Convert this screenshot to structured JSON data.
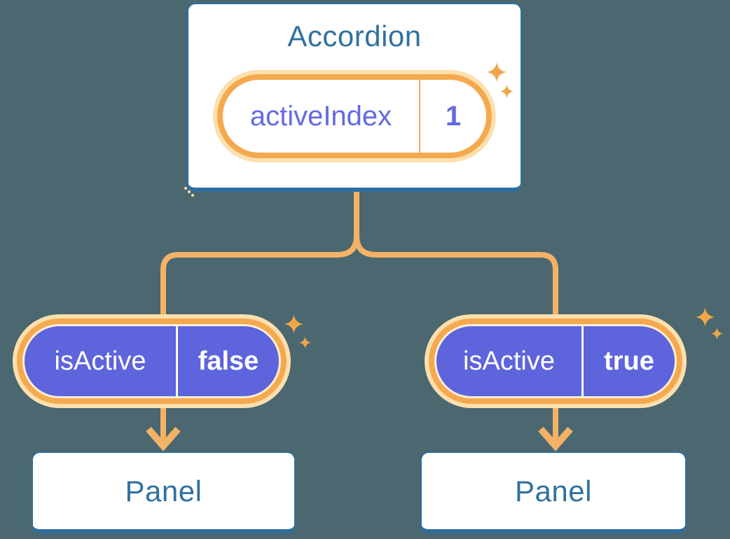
{
  "theme": {
    "colors": {
      "bg": "#4B6770",
      "card-bg": "#FFFFFF",
      "card-border": "#2E6E9E",
      "heading-text": "#30719E",
      "orange-ring": "#F5A94F",
      "orange-glow": "#FBE0AE",
      "orange-glow-inner": "#FCEFD6",
      "orange-line": "#F3B266",
      "sparkle": "#F0A648",
      "purple-fill": "#5E64DB",
      "purple-text": "#646AE1",
      "white-text": "#FFFFFF"
    }
  },
  "icons": {
    "sparkle": "four-point-star"
  },
  "diagram": {
    "root": {
      "title": "Accordion",
      "state_pill": {
        "label": "activeIndex",
        "value": "1"
      }
    },
    "branches": [
      {
        "prop_pill": {
          "label": "isActive",
          "value": "false"
        },
        "node": {
          "title": "Panel"
        }
      },
      {
        "prop_pill": {
          "label": "isActive",
          "value": "true"
        },
        "node": {
          "title": "Panel"
        }
      }
    ]
  }
}
